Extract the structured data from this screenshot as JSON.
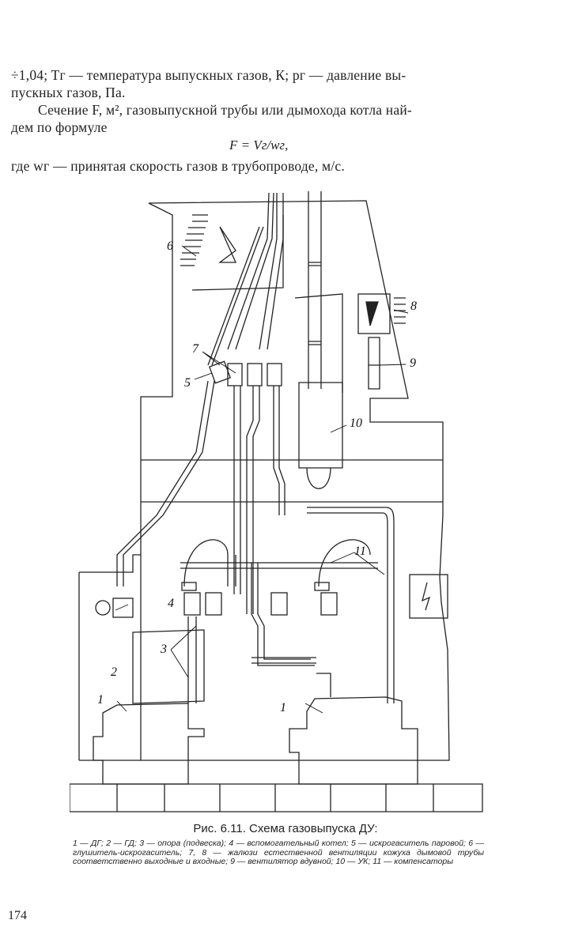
{
  "text": {
    "line1": "÷1,04; Tг — температура выпускных газов, К; pг — давление вы-",
    "line2": "пускных газов, Па.",
    "line3": "Сечение F, м², газовыпускной трубы или дымохода котла най-",
    "line4": "дем по формуле",
    "formula": "F = Vг/wг,",
    "line5": "где wг — принятая скорость газов в трубопроводе, м/с."
  },
  "figure": {
    "labels": [
      "1",
      "1",
      "2",
      "3",
      "4",
      "5",
      "6",
      "7",
      "8",
      "9",
      "10",
      "11"
    ]
  },
  "caption": {
    "title": "Рис. 6.11. Схема газовыпуска ДУ:",
    "body": "1 — ДГ; 2 — ГД; 3 — опора (подвеска); 4 — вспомогательный котел; 5 — искрогаситель паровой; 6 — глушитель-искрогаситель; 7, 8 — жалюзи естественной вентиляции кожуха дымовой трубы соответственно выходные и входные; 9 — вентилятор вдувной; 10 — УК; 11 — компенсаторы"
  },
  "page_number": "174"
}
